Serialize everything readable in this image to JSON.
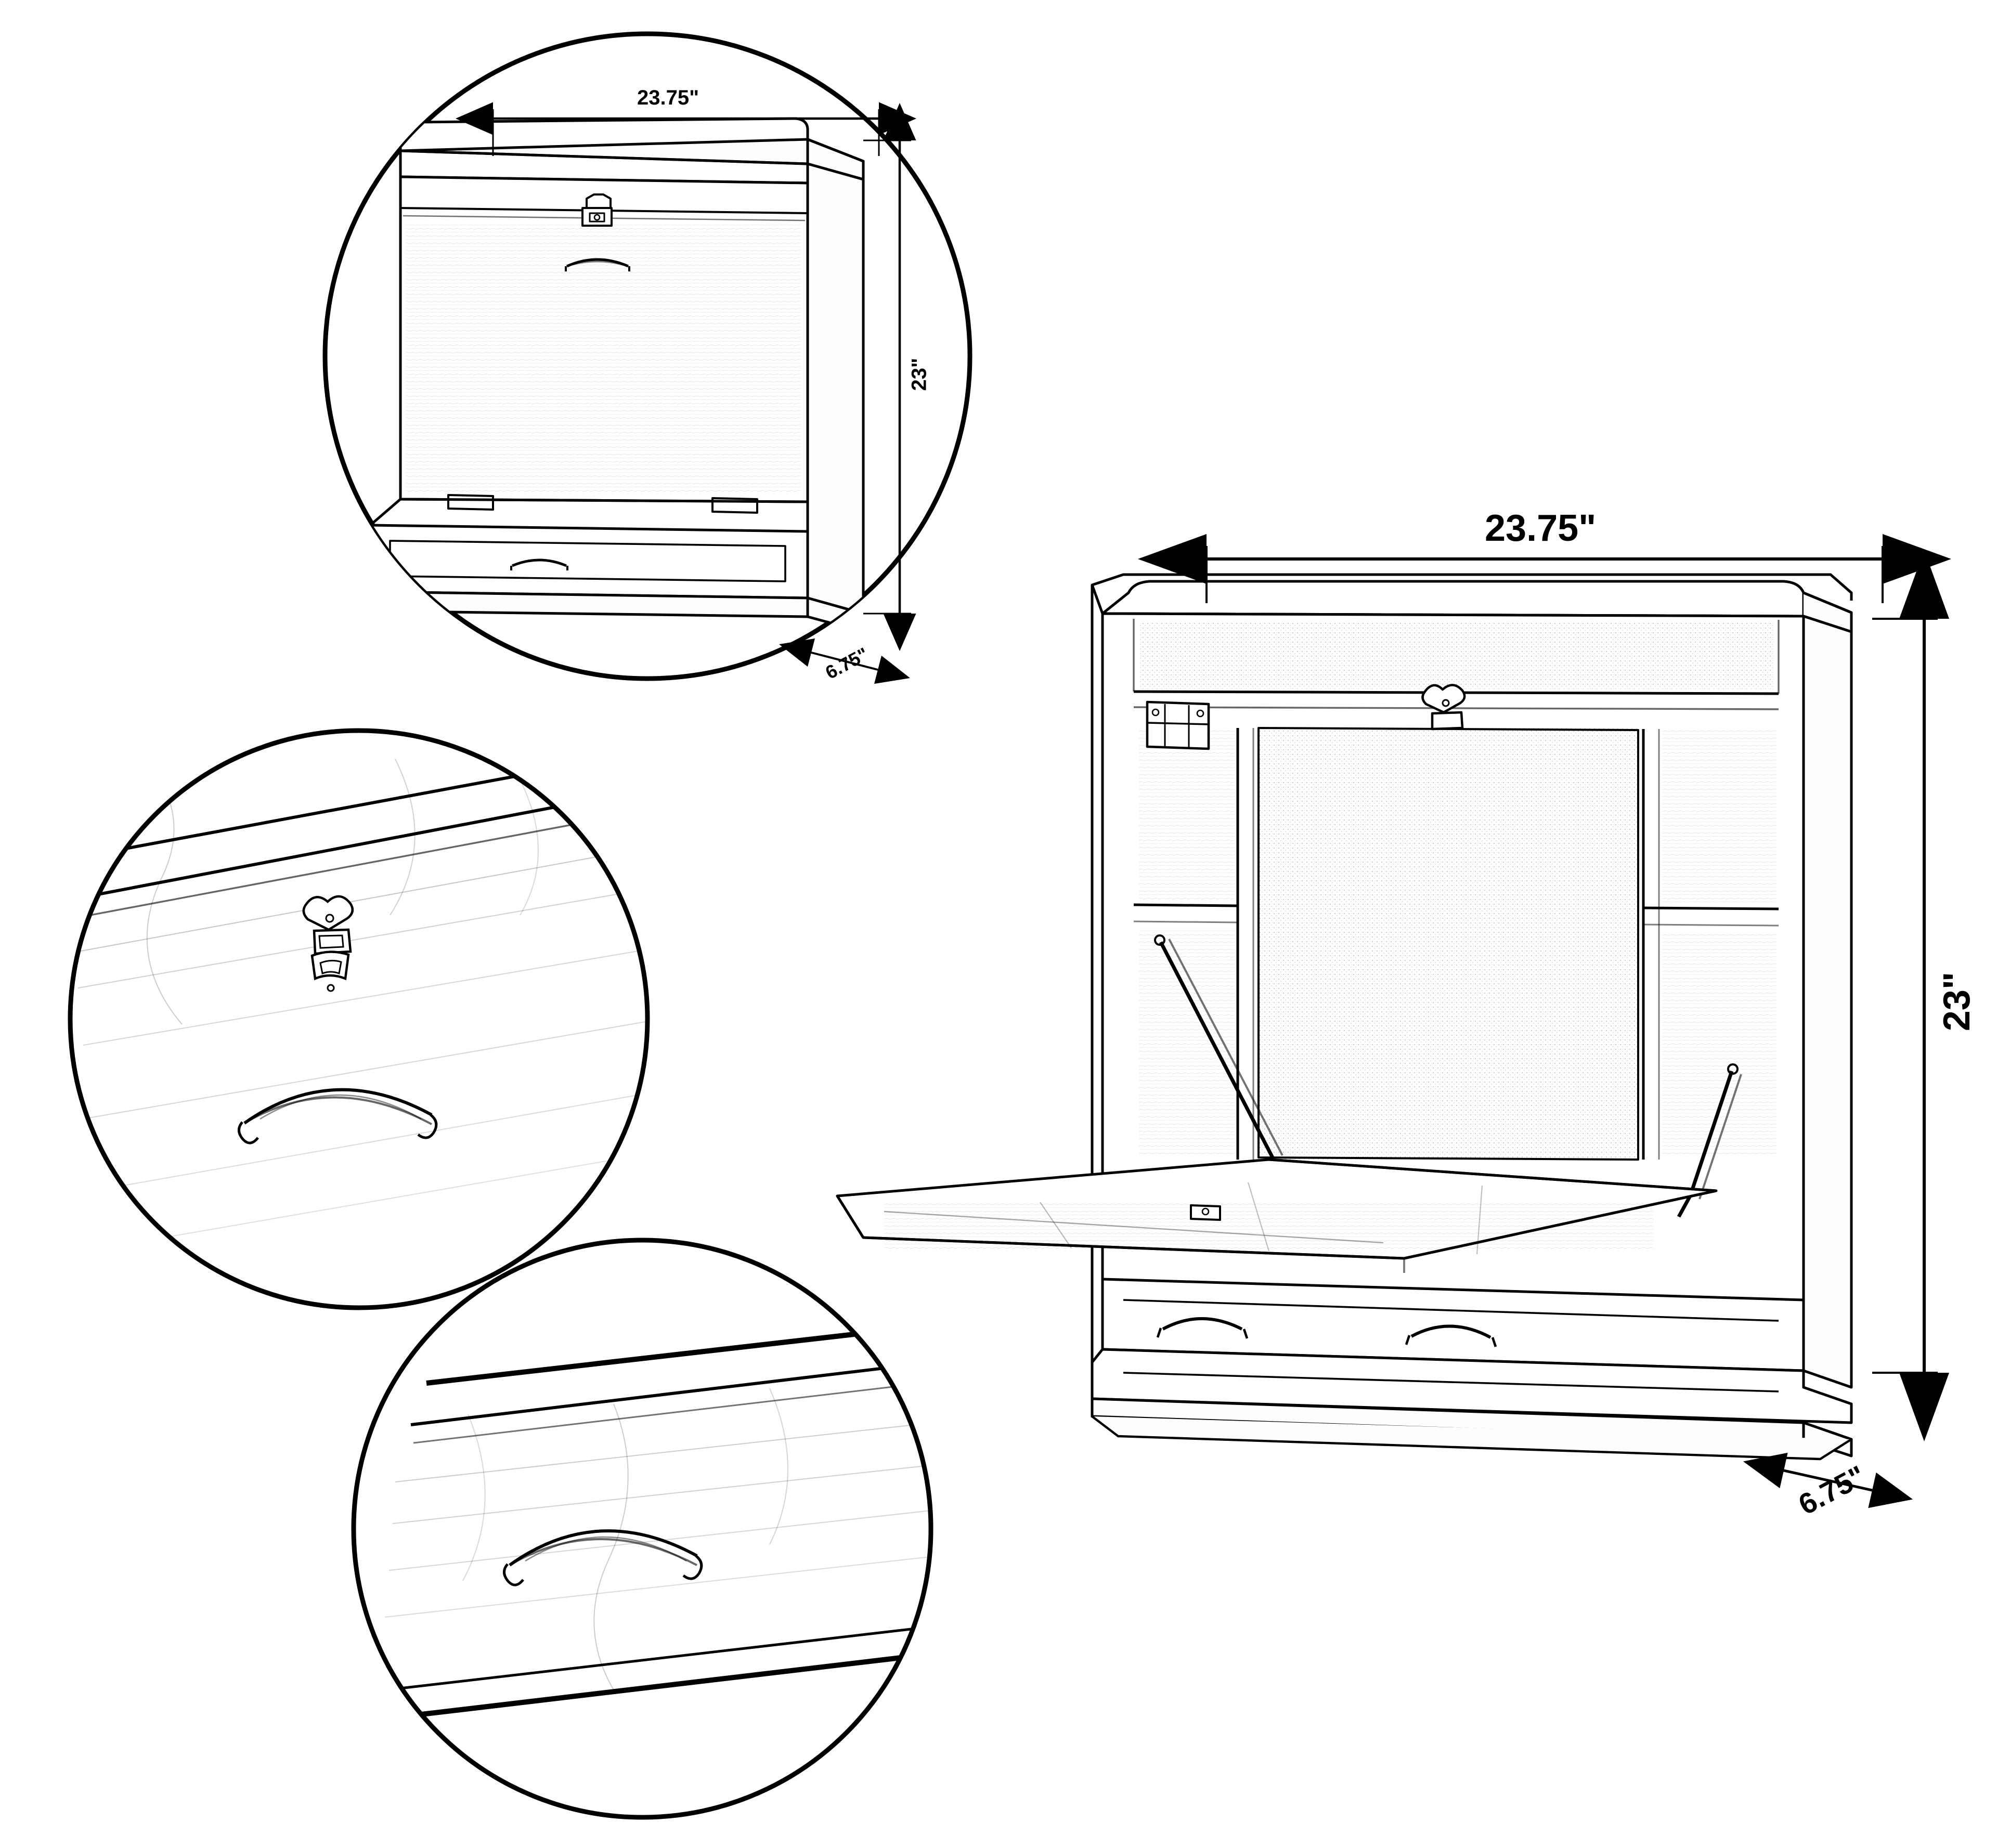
{
  "figure": {
    "title": "Wall-mounted fold-down desk dimension diagram",
    "background_color": "#ffffff",
    "line_color": "#000000"
  },
  "callouts": [
    {
      "id": "closed-view",
      "name": "closed-desk-circle-callout",
      "description": "Circular inset showing the desk closed, viewed from the front-right"
    },
    {
      "id": "latch-detail",
      "name": "latch-and-handle-detail-callout",
      "description": "Circular inset close-up of the decorative latch and curved drawer pull"
    },
    {
      "id": "handle-detail",
      "name": "drawer-handle-detail-callout",
      "description": "Circular inset close-up of the curved drawer pull on the lower drawer"
    },
    {
      "id": "open-view",
      "name": "open-desk-main-view",
      "description": "Main line drawing of the desk with the fold-down work surface open"
    }
  ],
  "dimensions": {
    "inset": {
      "width": "23.75\"",
      "height": "23\"",
      "depth": "6.75\""
    },
    "main": {
      "width": "23.75\"",
      "height": "23\"",
      "depth": "6.75\""
    }
  }
}
